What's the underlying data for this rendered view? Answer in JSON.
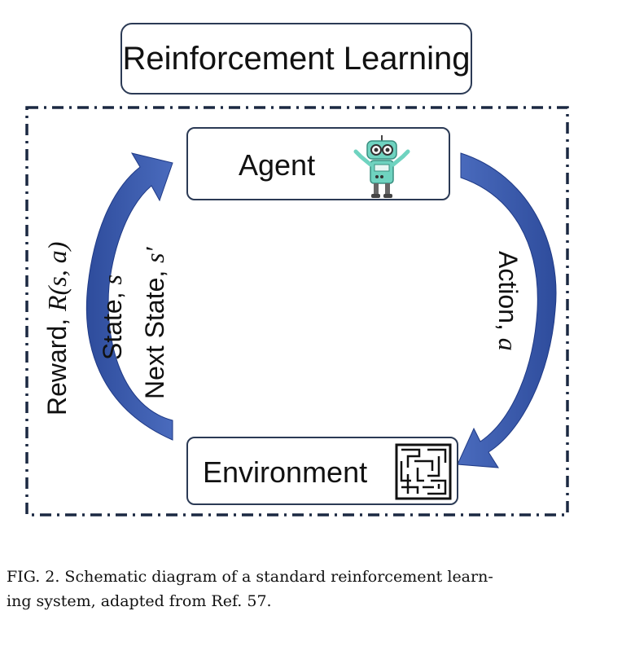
{
  "diagram": {
    "title": "Reinforcement Learning",
    "agent": {
      "label": "Agent",
      "icon": "robot-icon"
    },
    "environment": {
      "label": "Environment",
      "icon": "maze-icon"
    },
    "action": {
      "text": "Action, ",
      "var": "a"
    },
    "state": {
      "text": "State, ",
      "var": "s"
    },
    "next_state": {
      "text": "Next State, ",
      "var": "s′"
    },
    "reward": {
      "text": "Reward, ",
      "expr": "R(s, a)"
    },
    "colors": {
      "arrow": "#3b5aa8",
      "arrow_dark": "#1f3a86",
      "border": "#2b3a55",
      "frame": "#1b2942",
      "robot": "#6fd3c0"
    }
  },
  "caption": {
    "line1": "FIG. 2.  Schematic diagram of a standard reinforcement learn-",
    "line2": "ing system, adapted from Ref. 57."
  }
}
